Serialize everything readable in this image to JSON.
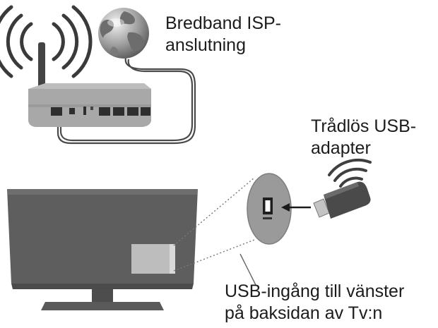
{
  "labels": {
    "isp_line1": "Bredband ISP-",
    "isp_line2": "anslutning",
    "adapter_line1": "Trådlös USB-",
    "adapter_line2": "adapter",
    "usb_port_line1": "USB-ingång till vänster",
    "usb_port_line2": "på baksidan av Tv:n"
  },
  "icons": {
    "router": "wifi-router-icon",
    "globe": "internet-globe-icon",
    "wifi_signal": "wifi-signal-icon",
    "usb_dongle": "usb-wifi-adapter-icon",
    "usb_port": "usb-port-icon",
    "tv": "television-icon",
    "cable": "ethernet-cable"
  },
  "colors": {
    "tv_panel": "#5e5e5e",
    "tv_highlight": "#bdbdbd",
    "device_gray": "#9a9a9a",
    "text": "#1c1c1c"
  }
}
